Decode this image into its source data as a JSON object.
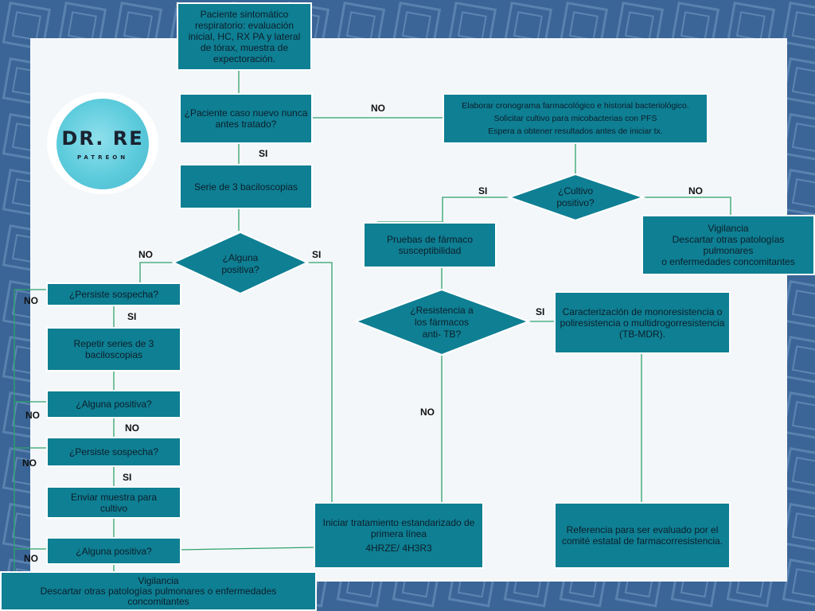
{
  "logo": {
    "title": "DR. RE",
    "subtitle": "PATREON"
  },
  "nodes": {
    "start": [
      "Paciente  sintomático",
      "respiratorio: evaluación",
      "inicial, HC, RX PA y lateral",
      "de tórax, muestra de",
      "expectoración."
    ],
    "caso_nuevo": [
      "¿Paciente caso nuevo nunca",
      "antes tratado?"
    ],
    "cronograma": [
      "Elaborar cronograma farmacológico e historial bacteriológico.",
      "Solicitar cultivo para micobacterias con PFS",
      "Espera a obtener resultados antes de iniciar tx."
    ],
    "serie3": [
      "Serie de 3 baciloscopias"
    ],
    "cultivo_positivo": [
      "¿Cultivo",
      "positivo?"
    ],
    "pruebas": [
      "Pruebas de fármaco",
      "susceptibilidad"
    ],
    "vigilancia_right": [
      "Vigilancia",
      "Descartar otras patologías pulmonares",
      "o enfermedades concomitantes"
    ],
    "alguna_positiva_1": [
      "¿Alguna",
      "positiva?"
    ],
    "persiste_1": [
      "¿Persiste sospecha?"
    ],
    "resistencia": [
      "¿Resistencia a",
      "los fármacos",
      "anti- TB?"
    ],
    "caracterizacion": [
      "Caracterización de monoresistencia o",
      "poliresistencia o multidrogorresistencia",
      "(TB-MDR)."
    ],
    "repetir": [
      "Repetir series de 3",
      "baciloscopias"
    ],
    "alguna_positiva_2": [
      "¿Alguna positiva?"
    ],
    "persiste_2": [
      "¿Persiste sospecha?"
    ],
    "enviar": [
      "Enviar muestra para",
      "cultivo"
    ],
    "iniciar": [
      "Iniciar tratamiento estandarizado de",
      "primera línea",
      "4HRZE/ 4H3R3"
    ],
    "referencia": [
      "Referencia para ser evaluado por el",
      "comité  estatal de farmacorresistencia."
    ],
    "alguna_positiva_3": [
      "¿Alguna positiva?"
    ],
    "vigilancia_bottom": [
      "Vigilancia",
      "Descartar otras patologías pulmonares  o enfermedades",
      "concomitantes"
    ]
  },
  "edge_labels": {
    "no_top": "NO",
    "si_serie": "SI",
    "si_cultivo": "SI",
    "no_cultivo": "NO",
    "no_alguna": "NO",
    "si_alguna": "SI",
    "no_persiste_1": "NO",
    "si_persiste_1": "SI",
    "si_resistencia": "SI",
    "no_alguna_2": "NO",
    "no_persiste_2a": "NO",
    "no_resistencia": "NO",
    "no_persiste_2b": "NO",
    "si_persiste_2": "SI",
    "no_alguna_3": "NO"
  },
  "colors": {
    "background": "#3a6596",
    "sheet": "#f4f7fa",
    "box": "#0f7f93",
    "line": "#2fa36a",
    "text": "#0b1e2a"
  }
}
